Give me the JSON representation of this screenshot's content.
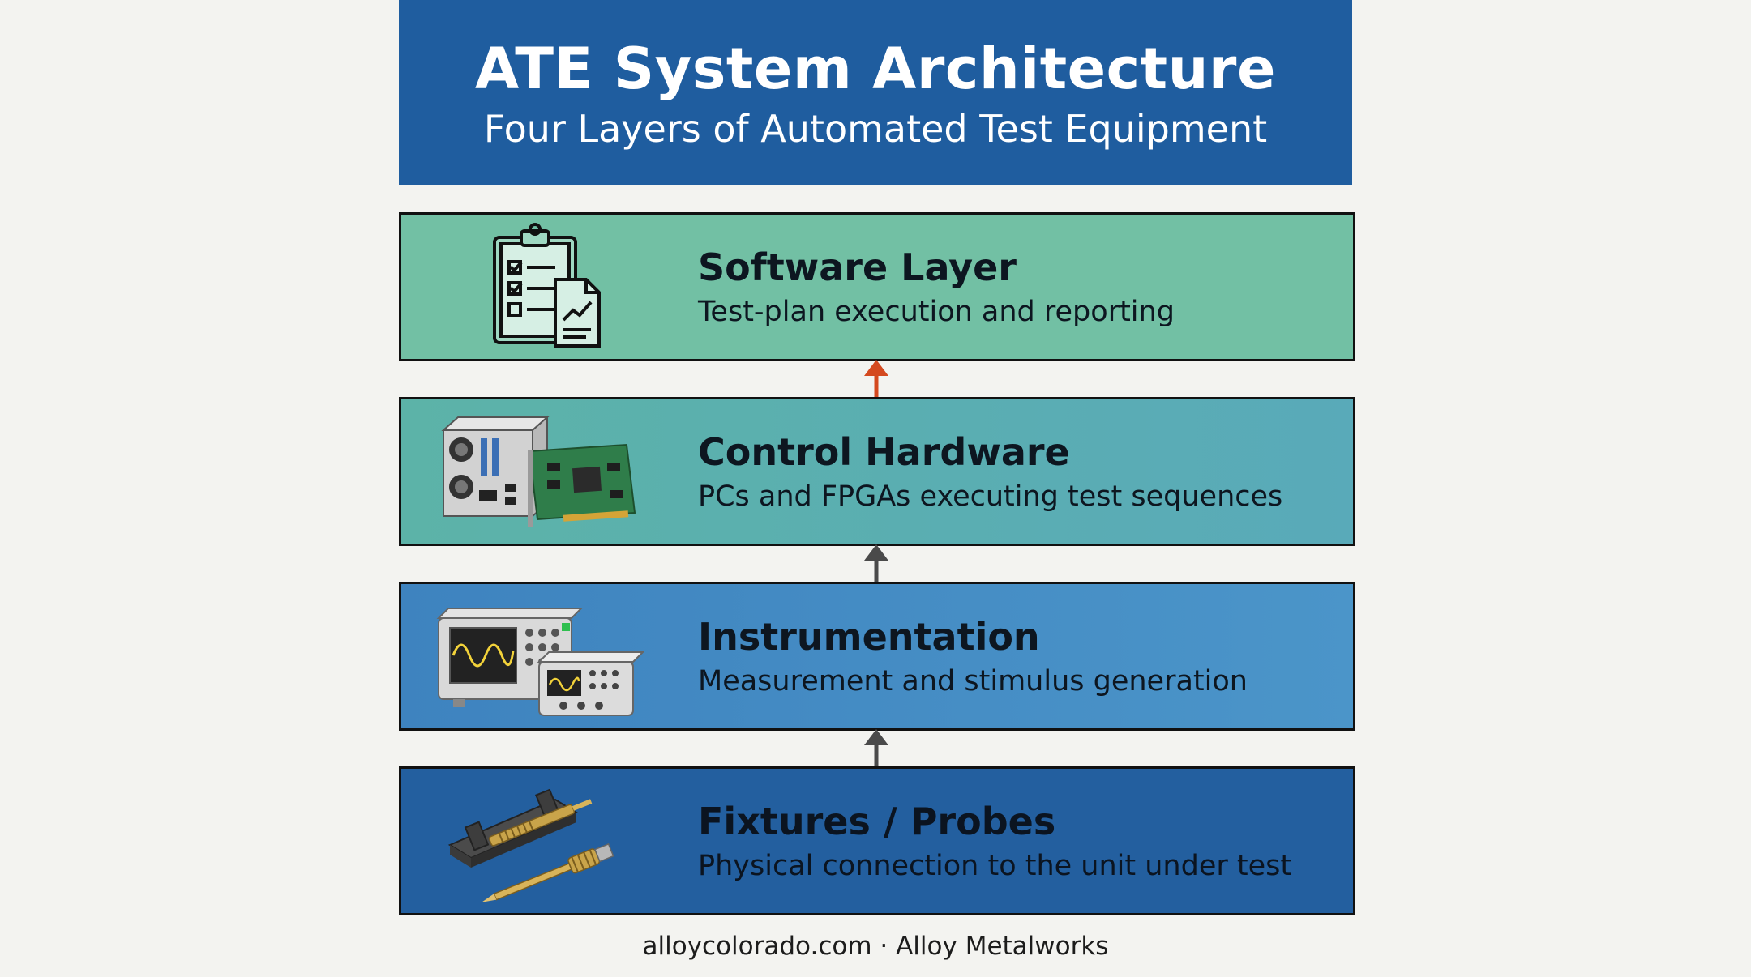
{
  "header": {
    "title": "ATE System Architecture",
    "subtitle": "Four Layers of Automated Test Equipment"
  },
  "layers": [
    {
      "title": "Software Layer",
      "description": "Test-plan execution and reporting",
      "icon": "clipboard-report-icon"
    },
    {
      "title": "Control Hardware",
      "description": "PCs and FPGAs executing test sequences",
      "icon": "pc-fpga-board-icon"
    },
    {
      "title": "Instrumentation",
      "description": "Measurement and stimulus generation",
      "icon": "oscilloscope-icon"
    },
    {
      "title": "Fixtures / Probes",
      "description": "Physical connection to the unit under test",
      "icon": "test-probe-icon"
    }
  ],
  "footer": {
    "text": "alloycolorado.com · Alloy Metalworks"
  },
  "colors": {
    "header_bg": "#1f5d9f",
    "software_layer": "#72c0a4",
    "control_layer": "#5cb3a8",
    "instrument_layer": "#4b95c9",
    "fixture_layer": "#235f9f",
    "accent_arrow": "#d4491f",
    "gray_arrow": "#4a4a4a"
  }
}
